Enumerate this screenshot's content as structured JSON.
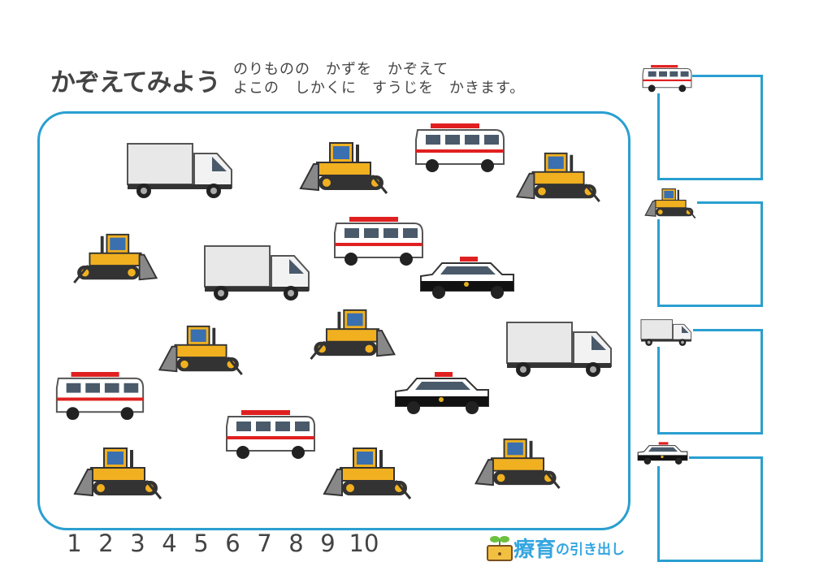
{
  "title": "かぞえてみよう",
  "instructions": [
    "のりものの　かずを　かぞえて",
    "よこの　しかくに　すうじを　かきます。"
  ],
  "number_line": [
    "1",
    "2",
    "3",
    "4",
    "5",
    "6",
    "7",
    "8",
    "9",
    "10"
  ],
  "logo": {
    "main": "療育",
    "particle": "の",
    "rest": "引き出し"
  },
  "colors": {
    "accent": "#2a9fd0",
    "text": "#444444",
    "logo": "#34a6e0"
  }
}
